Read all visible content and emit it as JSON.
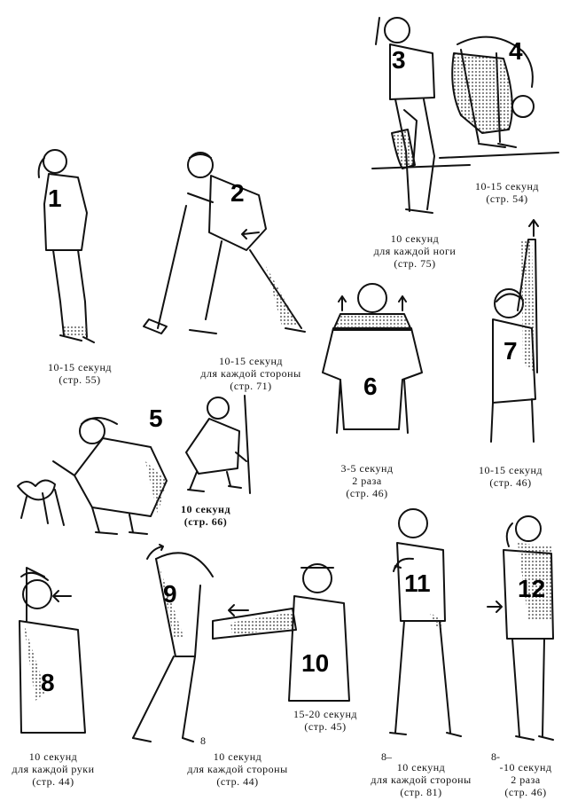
{
  "exercises": [
    {
      "number": "1",
      "lines": [
        "10-15 секунд",
        "(стр. 55)"
      ]
    },
    {
      "number": "2",
      "lines": [
        "10-15 секунд",
        "для каждой стороны",
        "(стр. 71)"
      ]
    },
    {
      "number": "3",
      "lines": [
        "10 секунд",
        "для каждой ноги",
        "(стр. 75)"
      ]
    },
    {
      "number": "4",
      "lines": [
        "10-15 секунд",
        "(стр. 54)"
      ]
    },
    {
      "number": "5",
      "lines": [
        "10 секунд",
        "(стр. 66)"
      ]
    },
    {
      "number": "6",
      "lines": [
        "3-5 секунд",
        "2 раза",
        "(стр. 46)"
      ]
    },
    {
      "number": "7",
      "lines": [
        "10-15 секунд",
        "(стр. 46)"
      ]
    },
    {
      "number": "8",
      "lines": [
        "10 секунд",
        "для каждой руки",
        "(стр. 44)"
      ]
    },
    {
      "number": "9",
      "lines": [
        "10 секунд",
        "для каждой стороны",
        "(стр. 44)"
      ]
    },
    {
      "number": "10",
      "lines": [
        "15-20 секунд",
        "(стр. 45)"
      ]
    },
    {
      "number": "11",
      "lines": [
        "10 секунд",
        "для каждой стороны",
        "(стр. 81)"
      ]
    },
    {
      "number": "12",
      "lines": [
        "-10 секунд",
        "2 раза",
        "(стр. 46)"
      ]
    }
  ],
  "stray_marks": [
    "8",
    "8–",
    "8-"
  ]
}
